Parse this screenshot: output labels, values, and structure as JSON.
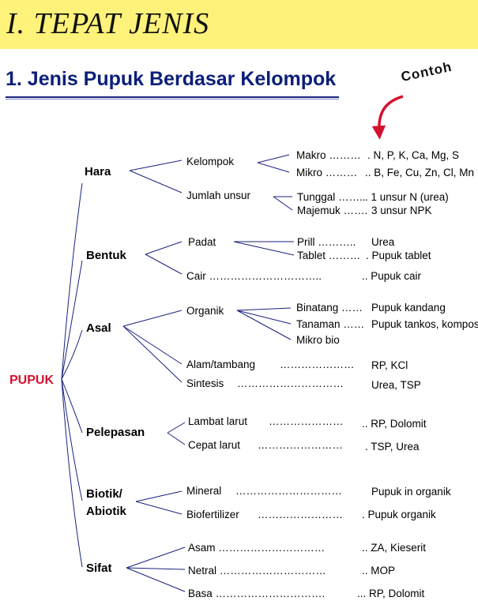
{
  "banner": {
    "title": "I. TEPAT JENIS"
  },
  "section": {
    "title": "1. Jenis Pupuk Berdasar Kelompok"
  },
  "callout": {
    "label": "Contoh",
    "color": "#d3122f"
  },
  "root": {
    "label": "PUPUK"
  },
  "categories": {
    "hara": {
      "label": "Hara",
      "kelompok": "Kelompok",
      "jumlah_unsur": "Jumlah   unsur",
      "makro": "Makro ………",
      "makro_ex": ". N, P, K, Ca, Mg, S",
      "mikro": "Mikro ………",
      "mikro_ex": ".. B, Fe, Cu, Zn, Cl, Mn",
      "tunggal": "Tunggal ……..",
      "tunggal_ex": ". 1 unsur N (urea)",
      "majemuk": "Majemuk …….",
      "majemuk_ex": "3 unsur NPK"
    },
    "bentuk": {
      "label": "Bentuk",
      "padat": "Padat",
      "prill": "Prill ………..",
      "prill_ex": "Urea",
      "tablet": "Tablet ………",
      "tablet_ex": ". Pupuk  tablet",
      "cair": "Cair  …………………………..",
      "cair_ex": ".. Pupuk cair"
    },
    "asal": {
      "label": "Asal",
      "organik": "Organik",
      "binatang": "Binatang ……",
      "binatang_ex": "Pupuk kandang",
      "tanaman": "Tanaman ……",
      "tanaman_ex": "Pupuk tankos, kompos",
      "mikro_bio": "Mikro bio",
      "alam": "Alam/tambang",
      "alam_dots": "…………………",
      "alam_ex": "RP, KCl",
      "sintesis": "Sintesis",
      "sintesis_dots": "…………………………",
      "sintesis_ex": "Urea, TSP"
    },
    "pelepasan": {
      "label": "Pelepasan",
      "lambat": "Lambat  larut",
      "lambat_dots": "…………………",
      "lambat_ex": ".. RP, Dolomit",
      "cepat": "Cepat  larut",
      "cepat_dots": "……………………",
      "cepat_ex": ". TSP, Urea"
    },
    "biotik": {
      "label_1": "Biotik/",
      "label_2": "Abiotik",
      "mineral": "Mineral",
      "mineral_dots": "…………………………",
      "mineral_ex": "Pupuk in organik",
      "biofertilizer": "Biofertilizer",
      "biofertilizer_dots": "……………………",
      "biofertilizer_ex": ". Pupuk organik"
    },
    "sifat": {
      "label": "Sifat",
      "asam": "Asam  …………………………",
      "asam_ex": ".. ZA, Kieserit",
      "netral": "Netral  …………………………",
      "netral_ex": ".. MOP",
      "basa": "Basa  ………………………….",
      "basa_ex": "... RP, Dolomit"
    }
  }
}
